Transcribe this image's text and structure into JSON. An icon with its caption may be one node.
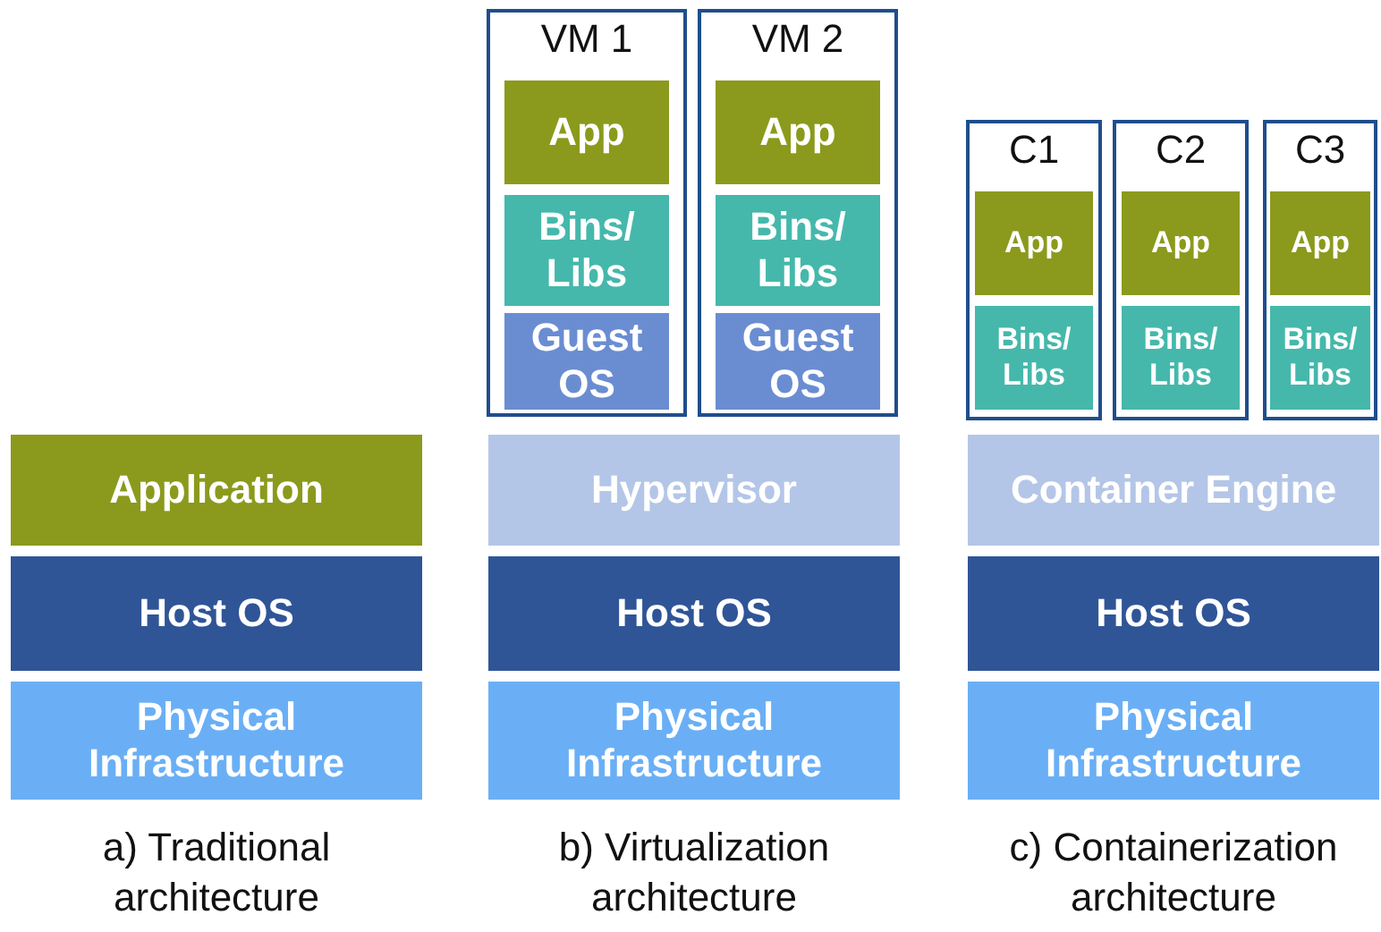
{
  "diagram": {
    "nodes": [
      {
        "text": [
          "Application"
        ]
      },
      {
        "text": [
          "Host OS"
        ]
      },
      {
        "text": [
          "Physical Infrastructure"
        ]
      },
      {
        "text": [
          "VM 1"
        ]
      },
      {
        "text": [
          "App"
        ],
        "in": 3
      },
      {
        "text": [
          "Bins/ Libs"
        ],
        "in": 3
      },
      {
        "text": [
          "Guest OS"
        ],
        "in": 3
      },
      {
        "text": [
          "VM 2"
        ]
      },
      {
        "text": [
          "App"
        ],
        "in": 7
      },
      {
        "text": [
          "Bins/ Libs"
        ],
        "in": 7
      },
      {
        "text": [
          "Guest OS"
        ],
        "in": 7
      },
      {
        "text": [
          "Hypervisor"
        ]
      },
      {
        "text": [
          "Host OS"
        ]
      },
      {
        "text": [
          "Physical Infrastructure"
        ]
      },
      {
        "text": [
          "C1"
        ]
      },
      {
        "text": [
          "App"
        ],
        "in": 14
      },
      {
        "text": [
          "Bins/ Libs"
        ],
        "in": 14
      },
      {
        "text": [
          "C2"
        ]
      },
      {
        "text": [
          "App"
        ],
        "in": 17
      },
      {
        "text": [
          "Bins/ Libs"
        ],
        "in": 17
      },
      {
        "text": [
          "C3"
        ]
      },
      {
        "text": [
          "App"
        ],
        "in": 20
      },
      {
        "text": [
          "Bins/ Libs"
        ],
        "in": 20
      },
      {
        "text": [
          "Container Engine"
        ]
      },
      {
        "text": [
          "Host OS"
        ]
      },
      {
        "text": [
          "Physical Infrastructure"
        ]
      }
    ],
    "edges": [],
    "labels": [
      "a) Traditional architecture",
      "b) Virtualization architecture",
      "c) Containerization architecture"
    ]
  }
}
